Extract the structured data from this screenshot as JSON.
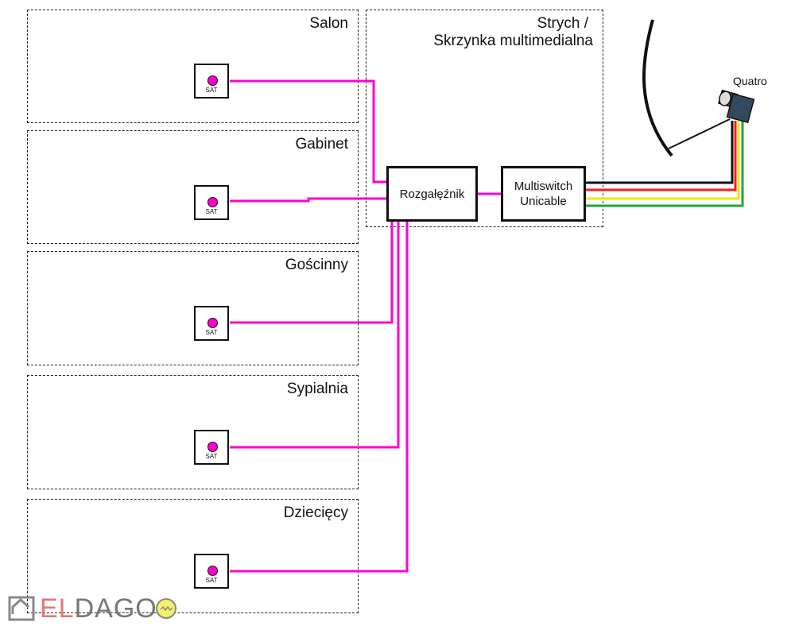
{
  "rooms": [
    {
      "name": "Salon"
    },
    {
      "name": "Gabinet"
    },
    {
      "name": "Gościnny"
    },
    {
      "name": "Sypialnia"
    },
    {
      "name": "Dziecięcy"
    }
  ],
  "attic": {
    "line1": "Strych /",
    "line2": "Skrzynka multimedialna"
  },
  "socket_label": "SAT",
  "splitter": {
    "label": "Rozgałęźnik"
  },
  "multiswitch": {
    "line1": "Multiswitch",
    "line2": "Unicable"
  },
  "lnb": {
    "label": "Quatro"
  },
  "colors": {
    "sat_cable": "#ff00cc",
    "lnb_cables": [
      "#111111",
      "#ff1a1a",
      "#e8e81a",
      "#1aa83a"
    ],
    "lnb_body": "#34495e"
  },
  "logo": {
    "part1": "EL",
    "part2": "DAGO"
  }
}
